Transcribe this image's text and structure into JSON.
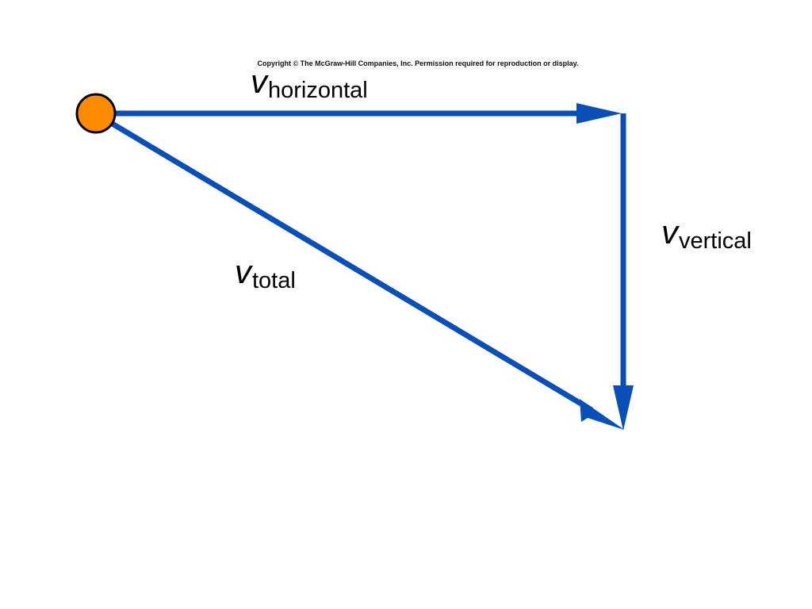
{
  "copyright": "Copyright © The McGraw-Hill Companies, Inc. Permission required for reproduction or display.",
  "colors": {
    "arrow": "#0a4fb5",
    "ball_fill": "#ff8c00",
    "ball_stroke": "#000000",
    "text": "#000000"
  },
  "labels": {
    "horizontal": {
      "symbol": "v",
      "subscript": "horizontal"
    },
    "vertical": {
      "symbol": "v",
      "subscript": "vertical"
    },
    "total": {
      "symbol": "v",
      "subscript": "total"
    }
  },
  "icons": {
    "ball": "orange-circle"
  }
}
